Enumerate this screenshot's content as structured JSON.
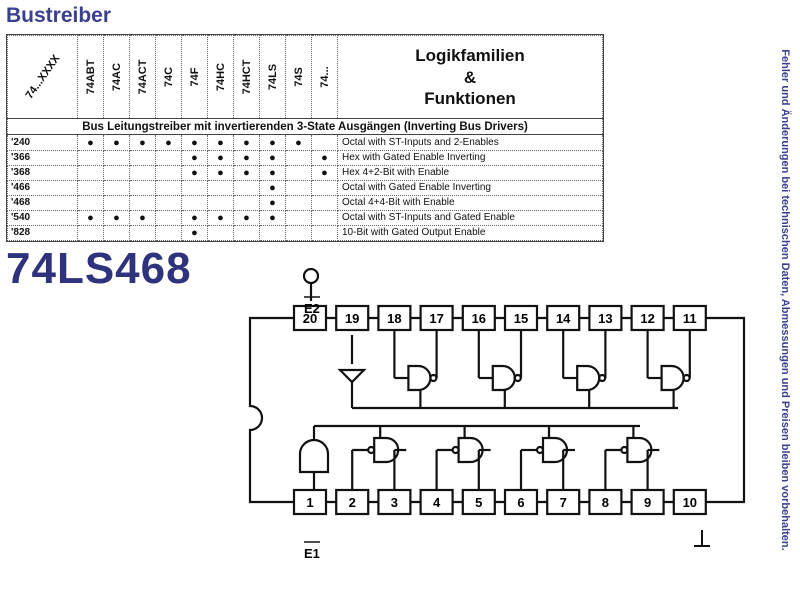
{
  "title": "Bustreiber",
  "side_note": "Fehler und Änderungen bei technischen Daten, Abmessungen und Preisen bleiben vorbehalten.",
  "table": {
    "columns": [
      "74...XXXX",
      "74ABT",
      "74AC",
      "74ACT",
      "74C",
      "74F",
      "74HC",
      "74HCT",
      "74LS",
      "74S",
      "74..."
    ],
    "function_header": [
      "Logikfamilien",
      "&",
      "Funktionen"
    ],
    "section_title": "Bus Leitungstreiber mit invertierenden 3-State Ausgängen (Inverting Bus Drivers)",
    "marker": "●",
    "rows": [
      {
        "code": "'240",
        "marks": [
          true,
          true,
          true,
          true,
          true,
          true,
          true,
          true,
          true,
          false
        ],
        "desc": "Octal with ST-Inputs and 2-Enables"
      },
      {
        "code": "'366",
        "marks": [
          false,
          false,
          false,
          false,
          true,
          true,
          true,
          true,
          false,
          true
        ],
        "desc": "Hex with Gated Enable Inverting"
      },
      {
        "code": "'368",
        "marks": [
          false,
          false,
          false,
          false,
          true,
          true,
          true,
          true,
          false,
          true
        ],
        "desc": "Hex 4+2-Bit with Enable"
      },
      {
        "code": "'466",
        "marks": [
          false,
          false,
          false,
          false,
          false,
          false,
          false,
          true,
          false,
          false
        ],
        "desc": "Octal with Gated Enable Inverting"
      },
      {
        "code": "'468",
        "marks": [
          false,
          false,
          false,
          false,
          false,
          false,
          false,
          true,
          false,
          false
        ],
        "desc": "Octal 4+4-Bit with Enable"
      },
      {
        "code": "'540",
        "marks": [
          true,
          true,
          true,
          false,
          true,
          true,
          true,
          true,
          false,
          false
        ],
        "desc": "Octal with ST-Inputs and Gated Enable"
      },
      {
        "code": "'828",
        "marks": [
          false,
          false,
          false,
          false,
          true,
          false,
          false,
          false,
          false,
          false
        ],
        "desc": "10-Bit with Gated Output Enable"
      }
    ]
  },
  "part_number": "74LS468",
  "pinout": {
    "top_pins": [
      "20",
      "19",
      "18",
      "17",
      "16",
      "15",
      "14",
      "13",
      "12",
      "11"
    ],
    "bottom_pins": [
      "1",
      "2",
      "3",
      "4",
      "5",
      "6",
      "7",
      "8",
      "9",
      "10"
    ],
    "e2": "E2",
    "e1": "E1",
    "vcc": "+"
  }
}
